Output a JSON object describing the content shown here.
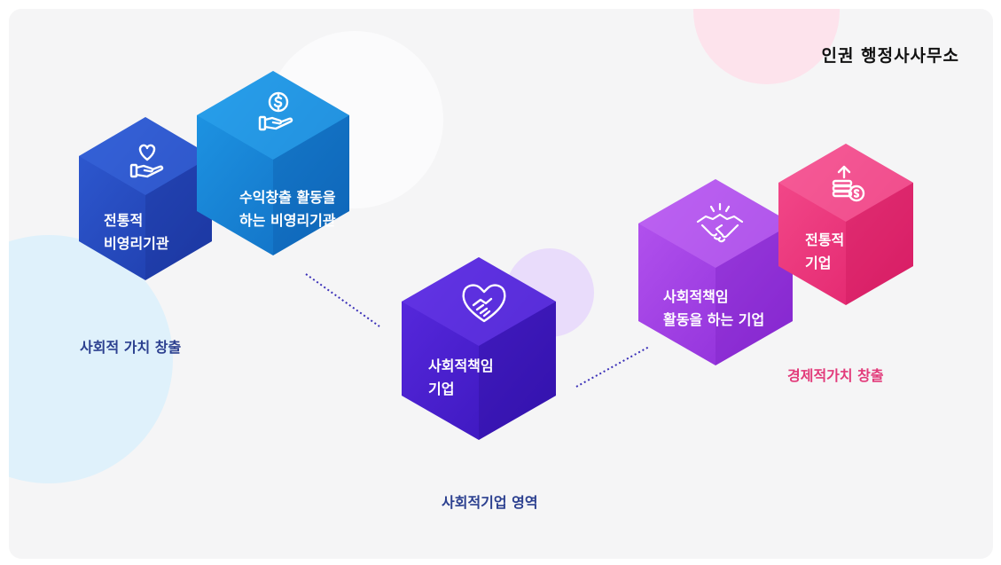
{
  "brand": "인권 행정사사무소",
  "captions": {
    "social_value": "사회적 가치 창출",
    "social_enterprise_area": "사회적기업 영역",
    "economic_value": "경제적가치 창출"
  },
  "cubes": {
    "traditional_nonprofit": {
      "line1": "전통적",
      "line2": "비영리기관",
      "icon": "heart-hand-icon"
    },
    "revenue_nonprofit": {
      "line1": "수익창출 활동을",
      "line2": "하는 비영리기관",
      "icon": "dollar-hand-icon"
    },
    "social_responsibility": {
      "line1": "사회적책임",
      "line2": "기업",
      "icon": "heart-handshake-icon"
    },
    "csr_company": {
      "line1": "사회적책임",
      "line2": "활동을 하는 기업",
      "icon": "handshake-icon"
    },
    "traditional_company": {
      "line1": "전통적",
      "line2": "기업",
      "icon": "coins-growth-icon"
    }
  },
  "colors": {
    "blue_dark": "#2347b8",
    "blue": "#1a83d6",
    "indigo": "#4a1fd0",
    "purple": "#a23ce0",
    "pink": "#ec2f7a",
    "caption_blue": "#2b3f8f",
    "caption_pink": "#e23a7a"
  }
}
